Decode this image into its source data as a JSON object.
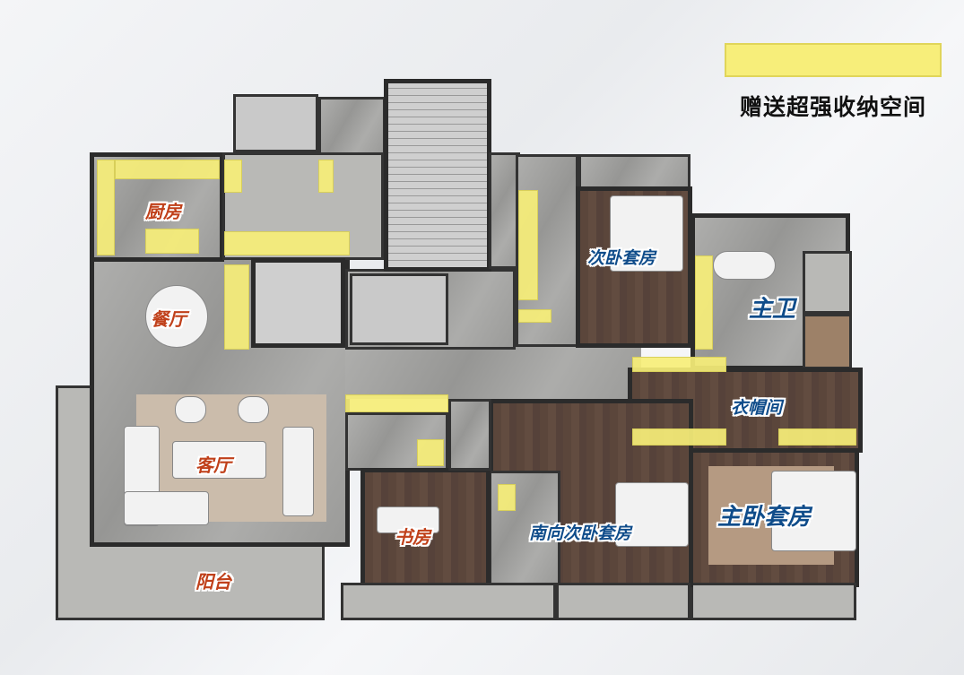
{
  "legend": {
    "swatch_color": "#f7ee7a",
    "text": "赠送超强收纳空间"
  },
  "rooms": {
    "kitchen": "厨房",
    "dining": "餐厅",
    "living": "客厅",
    "balcony": "阳台",
    "study": "书房",
    "south_second_bedroom": "南向次卧套房",
    "master_bedroom": "主卧套房",
    "walk_in_closet": "衣帽间",
    "master_bath": "主卫",
    "second_bedroom": "次卧套房"
  },
  "colors": {
    "public_label": "#c0401a",
    "private_label": "#0f4c8a",
    "storage_highlight": "#f7ee7a"
  }
}
